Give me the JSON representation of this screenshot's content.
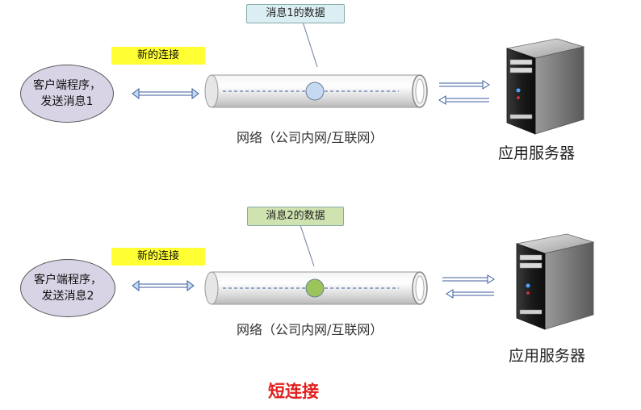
{
  "rows": [
    {
      "message_label": "消息1的数据",
      "new_connection": "新的连接",
      "client_line1": "客户端程序，",
      "client_line2": "发送消息1",
      "network_label": "网络（公司内网/互联网）",
      "server_label": "应用服务器",
      "packet_color": "#c5d9f1",
      "callout_color": "#dbeef4"
    },
    {
      "message_label": "消息2的数据",
      "new_connection": "新的连接",
      "client_line1": "客户端程序，",
      "client_line2": "发送消息2",
      "network_label": "网络（公司内网/互联网）",
      "server_label": "应用服务器",
      "packet_color": "#9bc45a",
      "callout_color": "#cfe3b0"
    }
  ],
  "caption": "短连接",
  "colors": {
    "highlight": "#ffff33",
    "caption": "#e0201e",
    "client_fill": "#d9d3e6",
    "arrow": "#3b5e9e"
  }
}
